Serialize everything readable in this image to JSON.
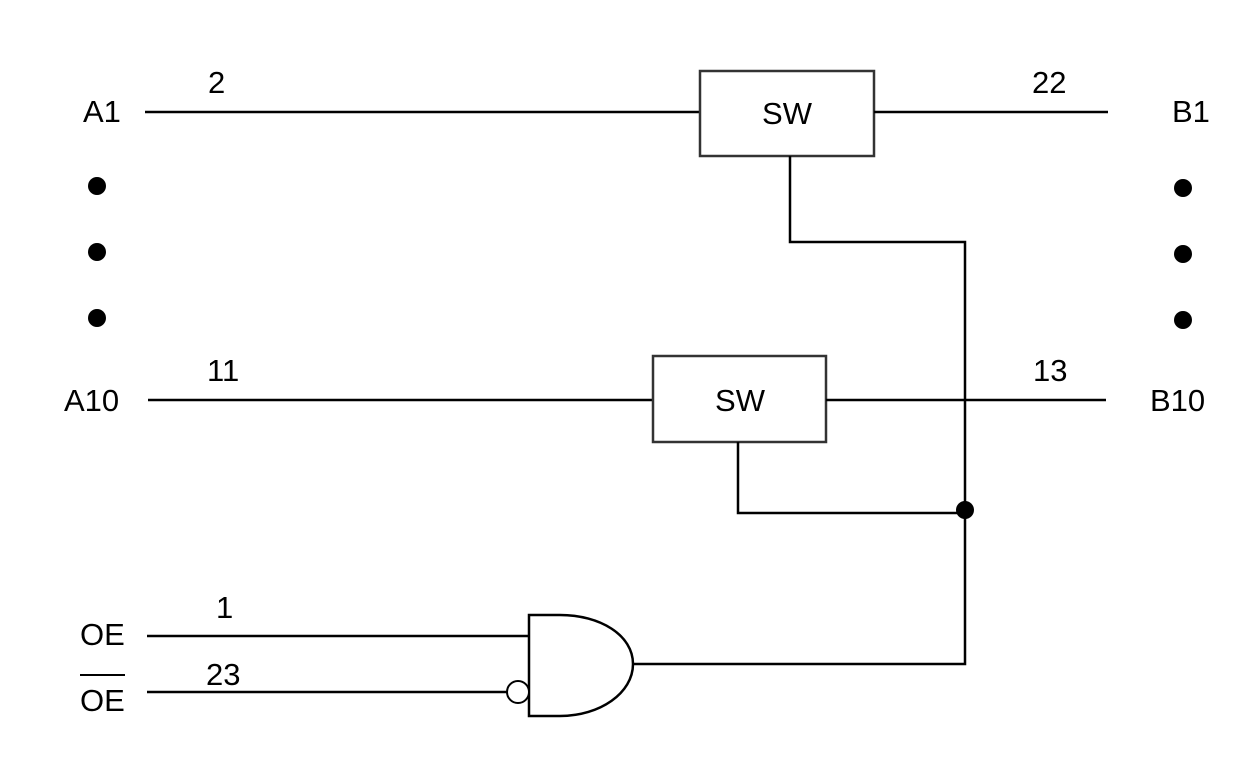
{
  "diagram": {
    "type": "bus-switch-logic",
    "left_signals": [
      {
        "name": "A1",
        "pin": "2"
      },
      {
        "name": "A10",
        "pin": "11"
      }
    ],
    "right_signals": [
      {
        "name": "B1",
        "pin": "22"
      },
      {
        "name": "B10",
        "pin": "13"
      }
    ],
    "switches": [
      {
        "label": "SW"
      },
      {
        "label": "SW"
      }
    ],
    "enable_inputs": [
      {
        "name": "OE",
        "pin": "1",
        "inverted_label": false
      },
      {
        "name": "OE",
        "pin": "23",
        "inverted_label": true
      }
    ],
    "gate": {
      "type": "AND",
      "inverted_input": "OE (pin 23)"
    },
    "ellipsis": "continuation dots between channel 1 and channel 10"
  }
}
